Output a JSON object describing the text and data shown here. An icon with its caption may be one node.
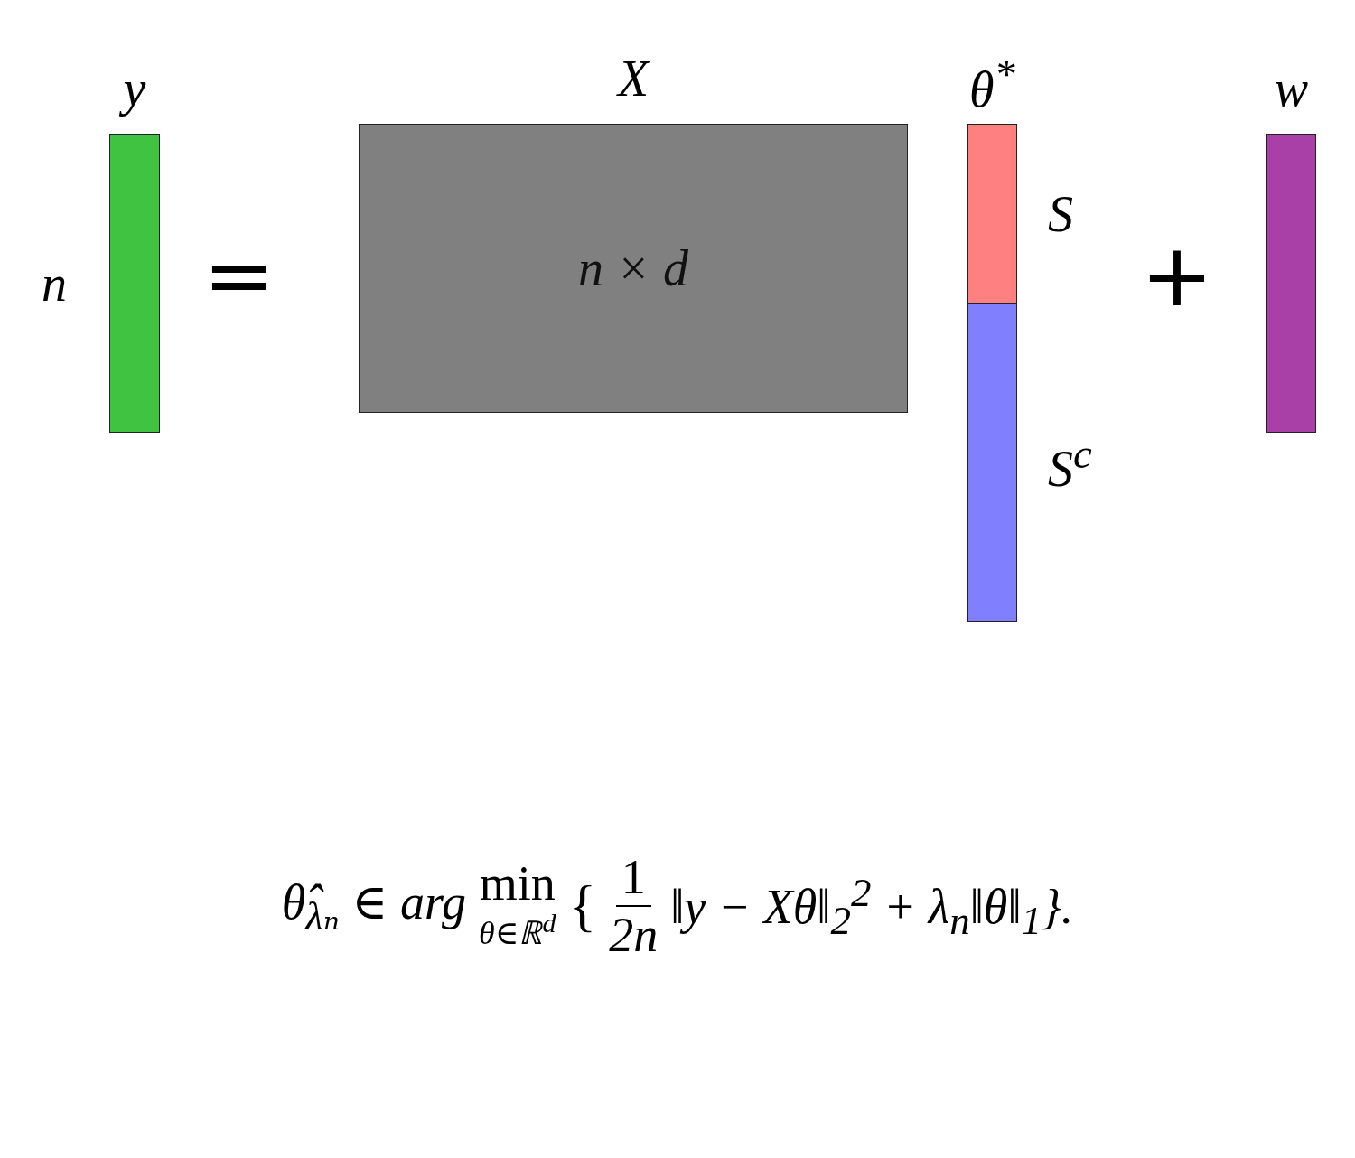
{
  "diagram": {
    "nodes": [
      {
        "text": [
          "y"
        ],
        "beside": [
          "n"
        ]
      },
      {
        "text": [
          "X",
          "n × d"
        ]
      },
      {
        "text": [
          "θ$^{*}$"
        ]
      },
      {
        "text": [],
        "shape": "bar",
        "in": 2,
        "beside": [
          "S"
        ]
      },
      {
        "text": [],
        "shape": "bar",
        "in": 2,
        "beside": [
          "S$^{c}$"
        ]
      },
      {
        "text": [
          "w"
        ]
      }
    ],
    "edges": [],
    "labels": [
      "=",
      "+",
      "θ̂$_{λₙ}$ ∈ arg",
      "min",
      "θ∈ℝ$^{d}$",
      "{",
      "1",
      "2n",
      "‖y − Xθ‖$_{2}$$^{2}$ + λ$_{n}$‖θ‖$_{1}$}."
    ]
  }
}
